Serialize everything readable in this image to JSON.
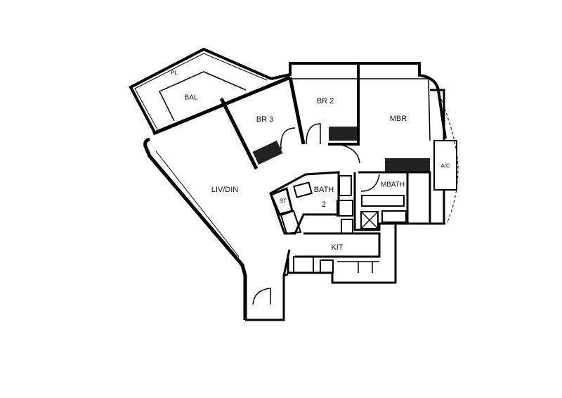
{
  "title": "Floor plan",
  "rooms": {
    "pl": "PL",
    "bal": "BAL",
    "br3": "BR 3",
    "br2": "BR 2",
    "mbr": "MBR",
    "ac": "A/C",
    "liv_din": "LIV/DIN",
    "bath": "BATH",
    "bath_num": "2",
    "st": "ST",
    "mbath": "MBATH",
    "kit": "KIT"
  }
}
